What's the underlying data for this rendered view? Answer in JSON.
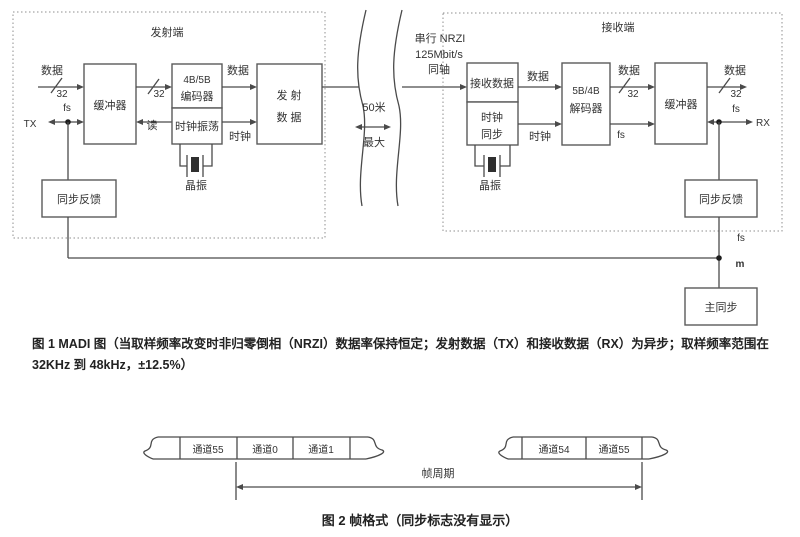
{
  "figure1": {
    "transmitter": {
      "title": "发射端",
      "data_in": "数据",
      "bus_in": "32",
      "fs": "fs",
      "tx": "TX",
      "buffer": "缓冲器",
      "bus_mid": "32",
      "read": "读",
      "encoder_l1": "4B/5B",
      "encoder_l2": "编码器",
      "clock_osc": "时钟振荡",
      "data_out": "数据",
      "clock_out": "时钟",
      "tx_data_l1": "发 射",
      "tx_data_l2": "数 据",
      "sync_feedback": "同步反馈",
      "crystal": "晶振"
    },
    "cable": {
      "serial": "串行 NRZI",
      "rate": "125Mbit/s",
      "coax": "同轴",
      "distance": "50米",
      "max": "最大"
    },
    "receiver": {
      "title": "接收端",
      "rx_data": "接收数据",
      "clock_sync_l1": "时钟",
      "clock_sync_l2": "同步",
      "data_a": "数据",
      "clock_a": "时钟",
      "decoder_l1": "5B/4B",
      "decoder_l2": "解码器",
      "data_b": "数据",
      "bus_b": "32",
      "fs_b": "fs",
      "buffer": "缓冲器",
      "data_c": "数据",
      "bus_c": "32",
      "fs_c": "fs",
      "rx": "RX",
      "sync_feedback": "同步反馈",
      "crystal": "晶振",
      "fs_d": "fs",
      "m": "m",
      "master_sync": "主同步"
    },
    "caption_line1": "图 1  MADI 图（当取样频率改变时非归零倒相（NRZI）数据率保持恒定；发射数据（TX）和接收数据（RX）为异步；取样频率范围在",
    "caption_line2": "32KHz 到 48kHz，±12.5%）"
  },
  "figure2": {
    "cells_left": [
      "通道55",
      "通道0",
      "通道1"
    ],
    "cells_right": [
      "通道54",
      "通道55"
    ],
    "frame_period": "帧周期",
    "caption": "图 2  帧格式（同步标志没有显示）"
  },
  "colors": {
    "ink": "#4a4a4a",
    "text": "#333333",
    "dashed_border": "#8f8f8f",
    "background": "#ffffff"
  }
}
